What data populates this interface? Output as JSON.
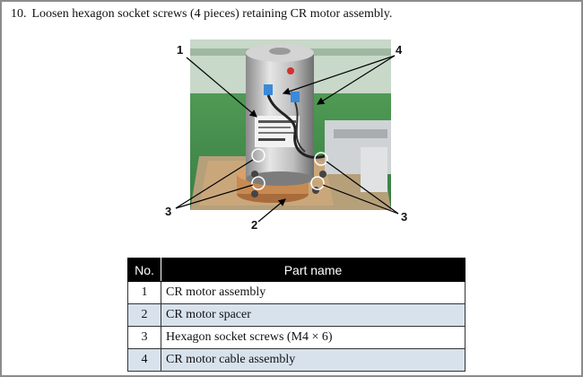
{
  "step": {
    "number": "10.",
    "text": "Loosen hexagon socket screws (4 pieces) retaining CR motor assembly."
  },
  "figure": {
    "callouts": [
      "1",
      "4",
      "3",
      "2",
      "3"
    ]
  },
  "table": {
    "headers": [
      "No.",
      "Part name"
    ],
    "rows": [
      {
        "no": "1",
        "name": "CR motor assembly"
      },
      {
        "no": "2",
        "name": "CR motor spacer"
      },
      {
        "no": "3",
        "name": "Hexagon socket screws (M4 × 6)"
      },
      {
        "no": "4",
        "name": "CR motor cable assembly"
      }
    ]
  },
  "colors": {
    "header_bg": "#000000",
    "shaded_row": "#d8e2ed",
    "page_border": "#8c8c8c"
  }
}
